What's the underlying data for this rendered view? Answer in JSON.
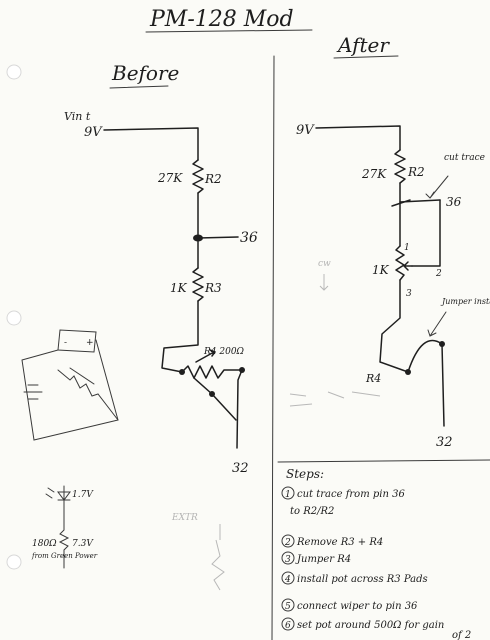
{
  "title": "PM-128 Mod",
  "before": {
    "heading": "Before",
    "vin_label": "Vin t",
    "v9": "9V",
    "r2_value": "27K",
    "r2_name": "R2",
    "pin36": "36",
    "r3_value": "1K",
    "r3_name": "R3",
    "r4_label": "R4 200Ω",
    "pin32": "32"
  },
  "after": {
    "heading": "After",
    "v9": "9V",
    "r2_value": "27K",
    "r2_name": "R2",
    "cut_note": "cut trace",
    "pin36": "36",
    "pot_value": "1K",
    "pin1": "1",
    "pin2": "2",
    "pin3": "3",
    "cw": "cw",
    "jumper_note": "Jumper installed",
    "r4": "R4",
    "pin32": "32"
  },
  "sketch": {
    "v1": "1.7V",
    "resistor": "180Ω",
    "v2": "7.3V",
    "led_note": "from Green Power",
    "corner": "EXTR"
  },
  "steps": {
    "heading": "Steps:",
    "items": [
      {
        "num": "1",
        "text": "cut trace from pin 36",
        "text2": "to R2/R2"
      },
      {
        "num": "2",
        "text": "Remove R3 + R4"
      },
      {
        "num": "3",
        "text": "Jumper R4"
      },
      {
        "num": "4",
        "text": "install pot across R3 Pads"
      },
      {
        "num": "5",
        "text": "connect wiper to pin 36"
      },
      {
        "num": "6",
        "text": "set pot around 500Ω for gain",
        "text2": "of 2"
      }
    ]
  }
}
